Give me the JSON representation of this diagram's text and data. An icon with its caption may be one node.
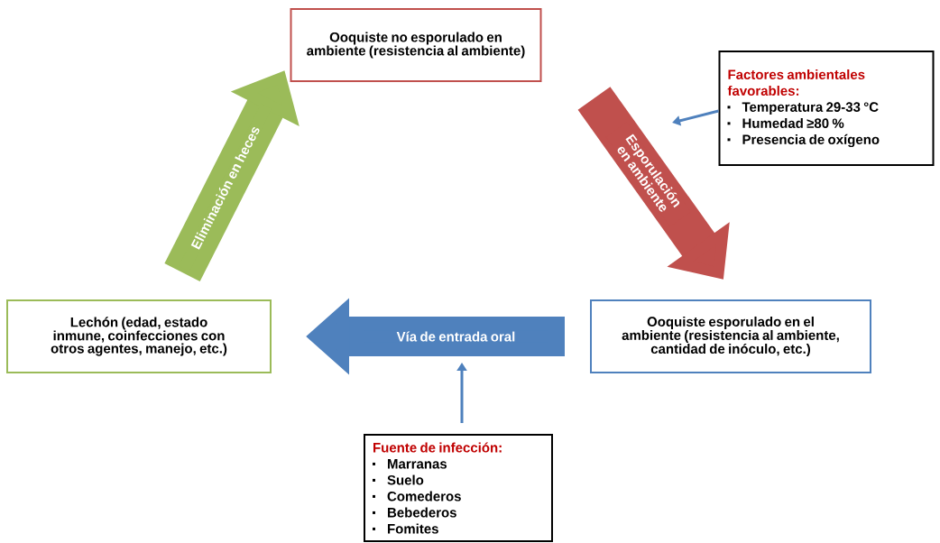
{
  "diagram": {
    "nodes": [
      {
        "text": [
          "Ooquiste no esporulado en ambiente (resistencia al ambiente)"
        ]
      },
      {
        "text": [
          "Factores ambientales favorables:",
          "Temperatura 29-33 °C",
          "Humedad ≥80 %",
          "Presencia de oxígeno"
        ]
      },
      {
        "text": [
          "Lechón (edad, estado inmune, coinfecciones con otros agentes, manejo, etc.)"
        ]
      },
      {
        "text": [
          "Ooquiste esporulado en el ambiente (resistencia al ambiente, cantidad de inóculo, etc.)"
        ]
      },
      {
        "text": [
          "Fuente de infección:",
          "Marranas",
          "Suelo",
          "Comederos",
          "Bebederos",
          "Fomites"
        ]
      }
    ],
    "edges": [
      {
        "from": 0,
        "to": 3,
        "arrow": "to",
        "label": "Esporulación en ambiente",
        "color": "#c0504d"
      },
      {
        "from": 3,
        "to": 2,
        "arrow": "to",
        "label": "Vía de entrada oral",
        "color": "#4f81bd"
      },
      {
        "from": 2,
        "to": 0,
        "arrow": "to",
        "label": "Eliminación en heces",
        "color": "#9bbb59"
      },
      {
        "from": 1,
        "to": null,
        "arrow": "to",
        "color": "#4f81bd"
      },
      {
        "from": 4,
        "to": null,
        "arrow": "to",
        "color": "#4f81bd"
      }
    ]
  }
}
